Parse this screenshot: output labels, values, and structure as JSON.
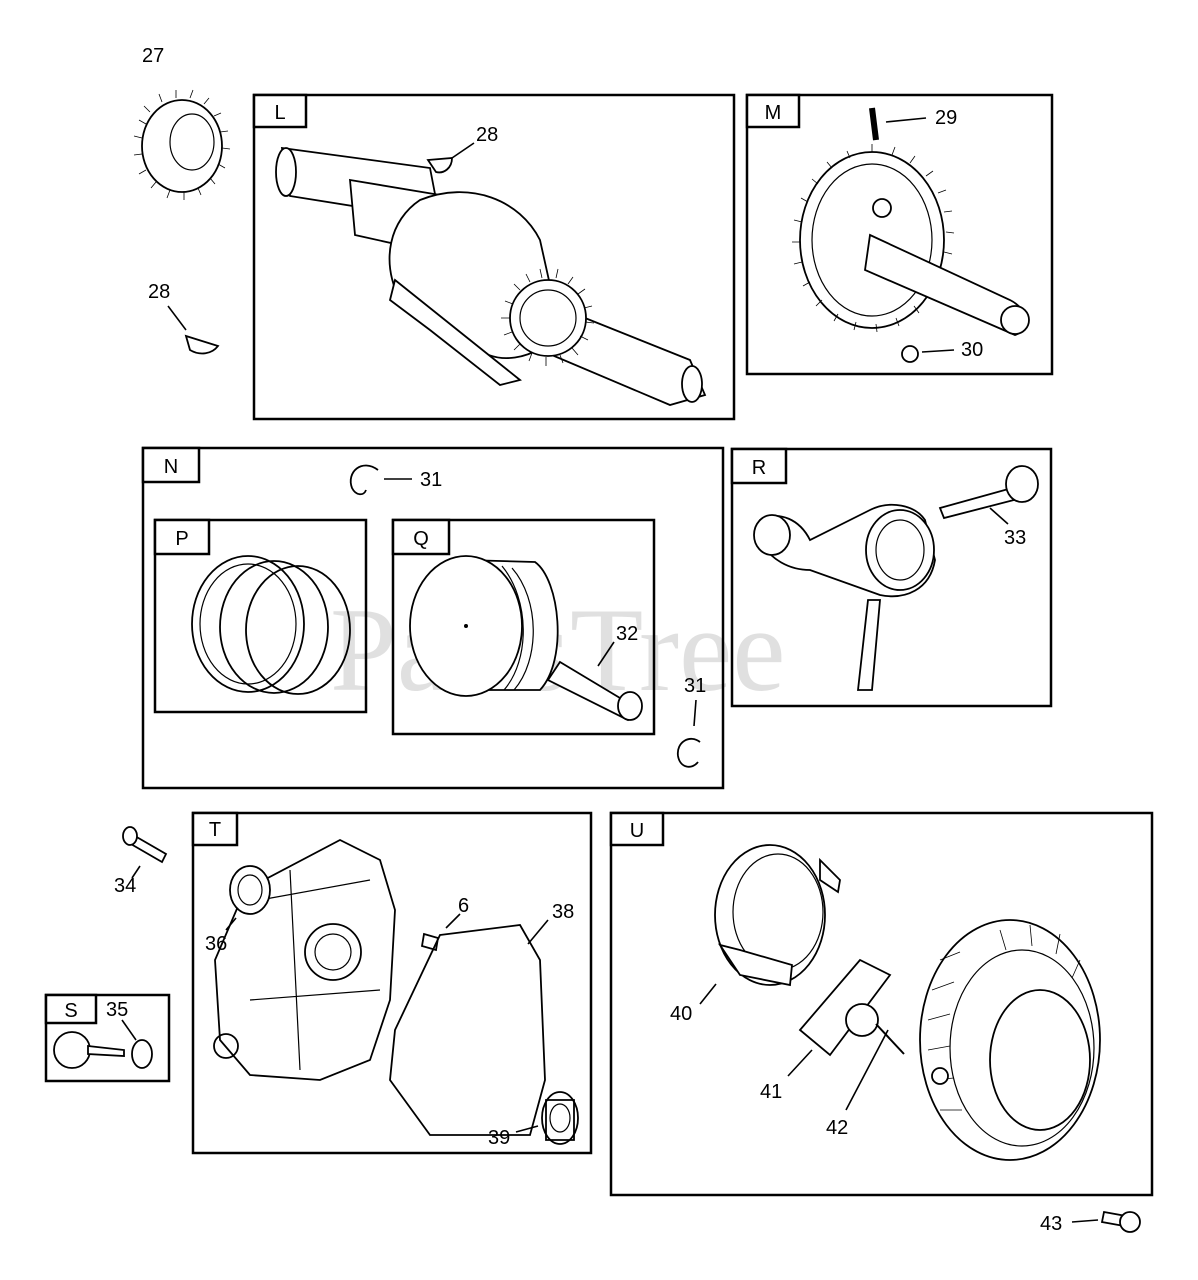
{
  "watermark": "PartsTree",
  "sections": {
    "L": "L",
    "M": "M",
    "N": "N",
    "P": "P",
    "Q": "Q",
    "R": "R",
    "S": "S",
    "T": "T",
    "U": "U"
  },
  "callouts": {
    "c27": "27",
    "c28a": "28",
    "c28b": "28",
    "c29": "29",
    "c30": "30",
    "c31a": "31",
    "c31b": "31",
    "c32": "32",
    "c33": "33",
    "c34": "34",
    "c35": "35",
    "c36": "36",
    "c6": "6",
    "c38": "38",
    "c39": "39",
    "c40": "40",
    "c41": "41",
    "c42": "42",
    "c43": "43"
  }
}
